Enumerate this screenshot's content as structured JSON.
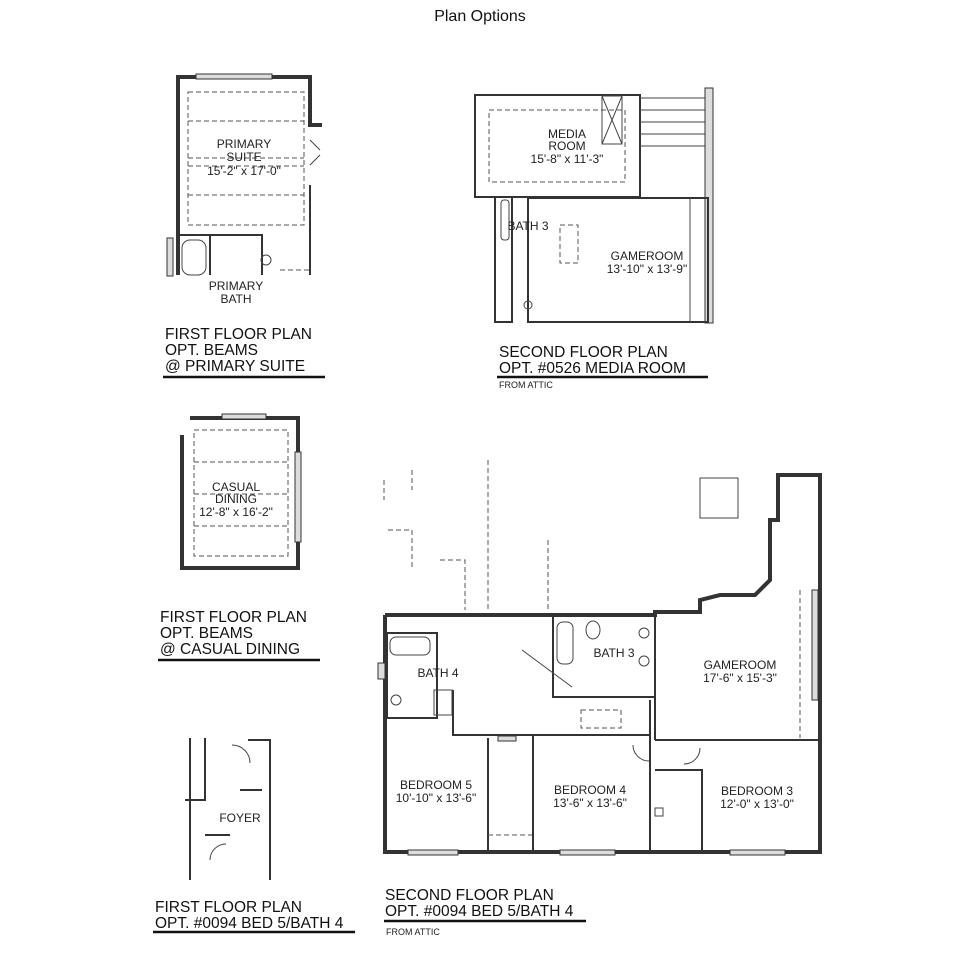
{
  "title": "Plan Options",
  "plans": {
    "primary_suite": {
      "room_name_1": "PRIMARY",
      "room_name_2": "SUITE",
      "room_dims": "15'-2\" x 17'-0\"",
      "bath_1": "PRIMARY",
      "bath_2": "BATH",
      "caption": [
        "FIRST FLOOR PLAN",
        "OPT. BEAMS",
        "@ PRIMARY SUITE"
      ]
    },
    "media_room": {
      "media_1": "MEDIA",
      "media_2": "ROOM",
      "media_dims": "15'-8\" x 11'-3\"",
      "bath": "BATH 3",
      "gameroom": "GAMEROOM",
      "gameroom_dims": "13'-10\" x 13'-9\"",
      "caption": [
        "SECOND FLOOR PLAN",
        "OPT. #0526 MEDIA ROOM"
      ],
      "note": "FROM ATTIC"
    },
    "casual_dining": {
      "name_1": "CASUAL",
      "name_2": "DINING",
      "dims": "12'-8\" x 16'-2\"",
      "caption": [
        "FIRST FLOOR PLAN",
        "OPT. BEAMS",
        "@ CASUAL DINING"
      ]
    },
    "foyer": {
      "name": "FOYER",
      "caption": [
        "FIRST FLOOR PLAN",
        "OPT. #0094 BED 5/BATH 4"
      ]
    },
    "bed5_bath4": {
      "bath4": "BATH 4",
      "bath3": "BATH 3",
      "gameroom": "GAMEROOM",
      "gameroom_dims": "17'-6\" x 15'-3\"",
      "bedroom5": "BEDROOM 5",
      "bedroom5_dims": "10'-10\" x 13'-6\"",
      "bedroom4": "BEDROOM 4",
      "bedroom4_dims": "13'-6\" x 13'-6\"",
      "bedroom3": "BEDROOM 3",
      "bedroom3_dims": "12'-0\" x 13'-0\"",
      "caption": [
        "SECOND FLOOR PLAN",
        "OPT. #0094 BED 5/BATH 4"
      ],
      "note": "FROM ATTIC"
    }
  }
}
